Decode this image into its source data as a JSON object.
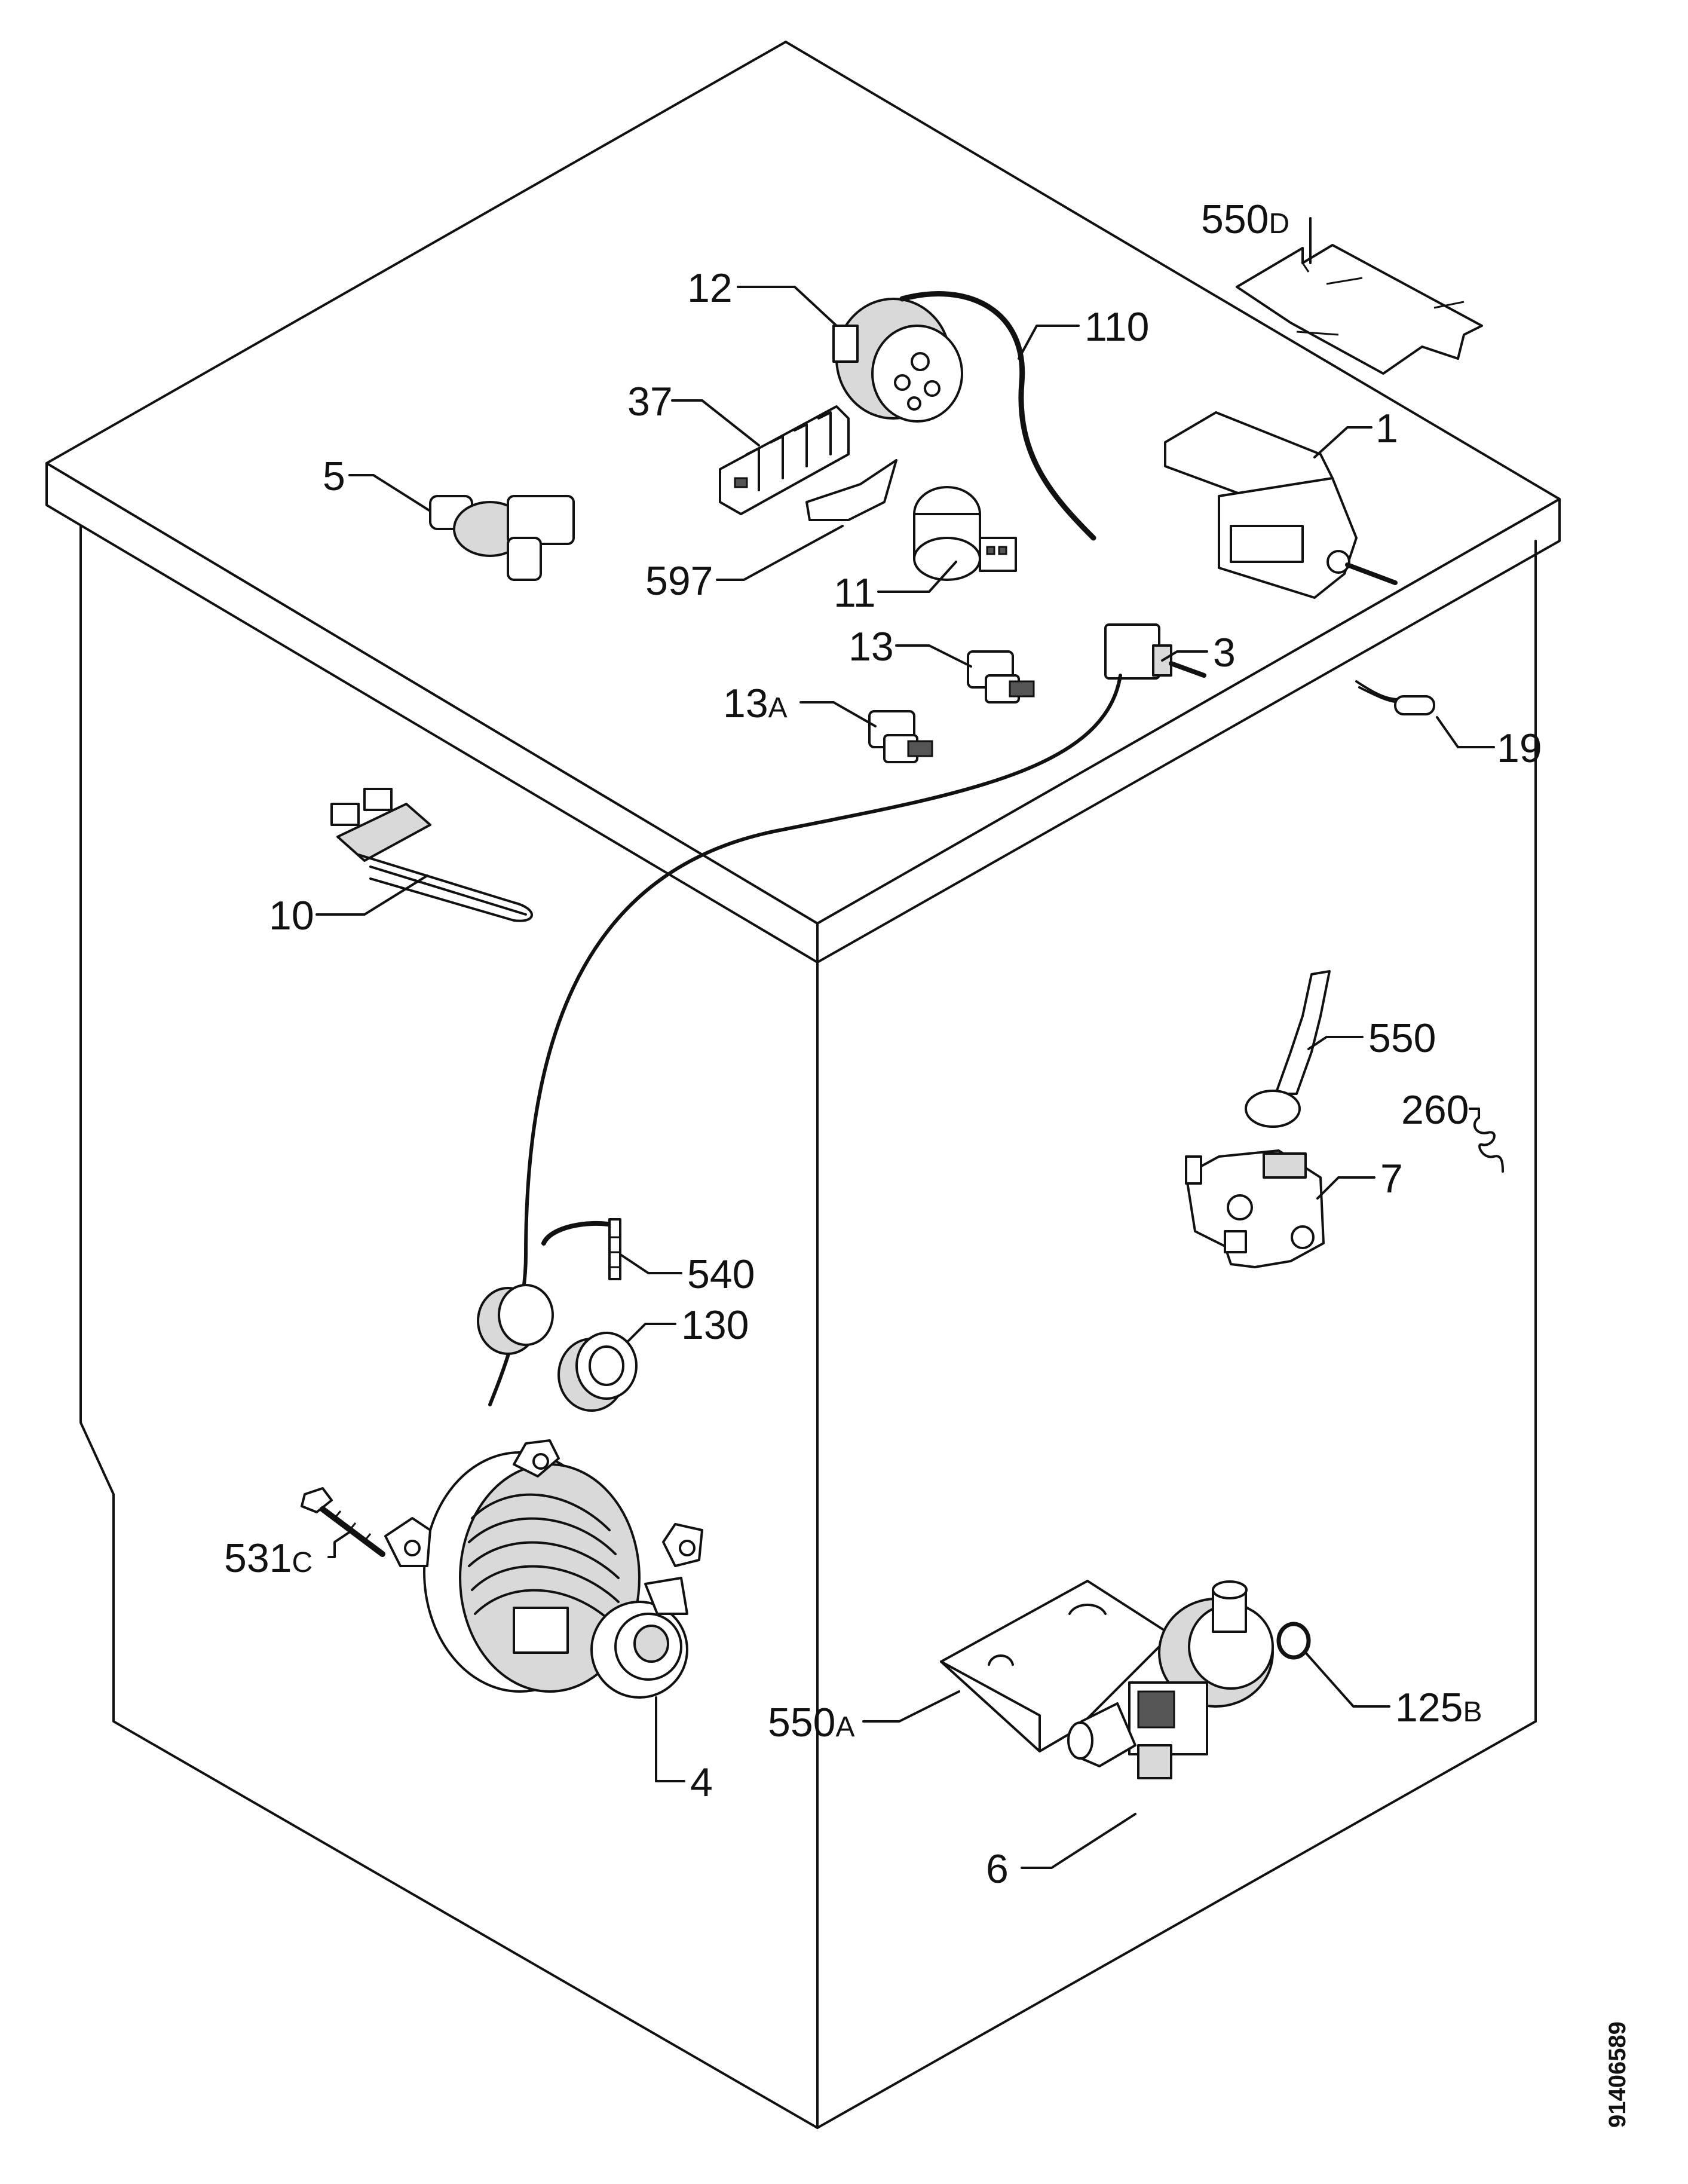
{
  "callouts": {
    "c550D": {
      "num": "550",
      "suffix": "D"
    },
    "c12": {
      "num": "12",
      "suffix": ""
    },
    "c110": {
      "num": "110",
      "suffix": ""
    },
    "c37": {
      "num": "37",
      "suffix": ""
    },
    "c1": {
      "num": "1",
      "suffix": ""
    },
    "c5": {
      "num": "5",
      "suffix": ""
    },
    "c597": {
      "num": "597",
      "suffix": ""
    },
    "c11": {
      "num": "11",
      "suffix": ""
    },
    "c13": {
      "num": "13",
      "suffix": ""
    },
    "c3": {
      "num": "3",
      "suffix": ""
    },
    "c13A": {
      "num": "13",
      "suffix": "A"
    },
    "c19": {
      "num": "19",
      "suffix": ""
    },
    "c10": {
      "num": "10",
      "suffix": ""
    },
    "c550": {
      "num": "550",
      "suffix": ""
    },
    "c260": {
      "num": "260",
      "suffix": ""
    },
    "c7": {
      "num": "7",
      "suffix": ""
    },
    "c540": {
      "num": "540",
      "suffix": ""
    },
    "c130": {
      "num": "130",
      "suffix": ""
    },
    "c531C": {
      "num": "531",
      "suffix": "C"
    },
    "c550A": {
      "num": "550",
      "suffix": "A"
    },
    "c125B": {
      "num": "125",
      "suffix": "B"
    },
    "c4": {
      "num": "4",
      "suffix": ""
    },
    "c6": {
      "num": "6",
      "suffix": ""
    }
  },
  "document_number": "91406589"
}
